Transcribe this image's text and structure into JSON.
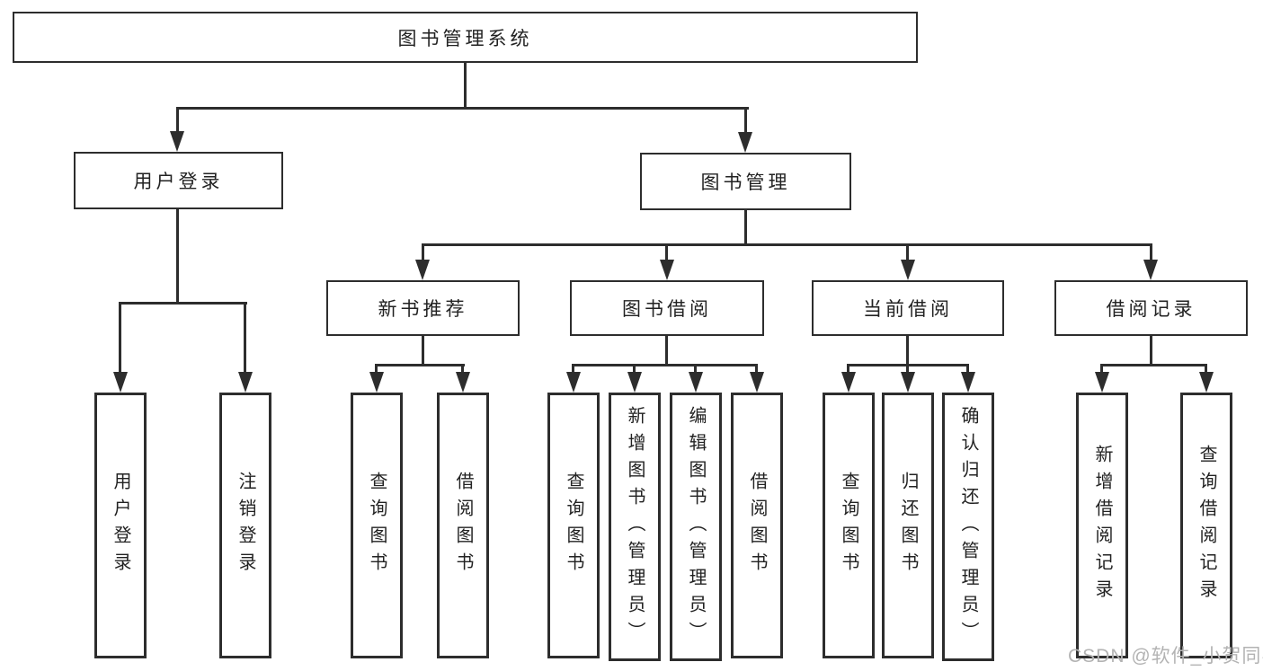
{
  "tree": {
    "root": {
      "label": "图书管理系统"
    },
    "branches": [
      {
        "label": "用户登录",
        "children": [
          {
            "label": "用户登录"
          },
          {
            "label": "注销登录"
          }
        ]
      },
      {
        "label": "图书管理",
        "children": [
          {
            "label": "新书推荐",
            "children": [
              {
                "label": "查询图书"
              },
              {
                "label": "借阅图书"
              }
            ]
          },
          {
            "label": "图书借阅",
            "children": [
              {
                "label": "查询图书"
              },
              {
                "label": "新增图书（管理员）"
              },
              {
                "label": "编辑图书（管理员）"
              },
              {
                "label": "借阅图书"
              }
            ]
          },
          {
            "label": "当前借阅",
            "children": [
              {
                "label": "查询图书"
              },
              {
                "label": "归还图书"
              },
              {
                "label": "确认归还（管理员）"
              }
            ]
          },
          {
            "label": "借阅记录",
            "children": [
              {
                "label": "新增借阅记录"
              },
              {
                "label": "查询借阅记录"
              }
            ]
          }
        ]
      }
    ]
  },
  "watermark": {
    "text": "CSDN @软件_小贺同学",
    "color": "#b3b3b3"
  },
  "style": {
    "line_color": "#2d2d2d",
    "box_background": "#ffffff",
    "text_color": "#222222"
  }
}
